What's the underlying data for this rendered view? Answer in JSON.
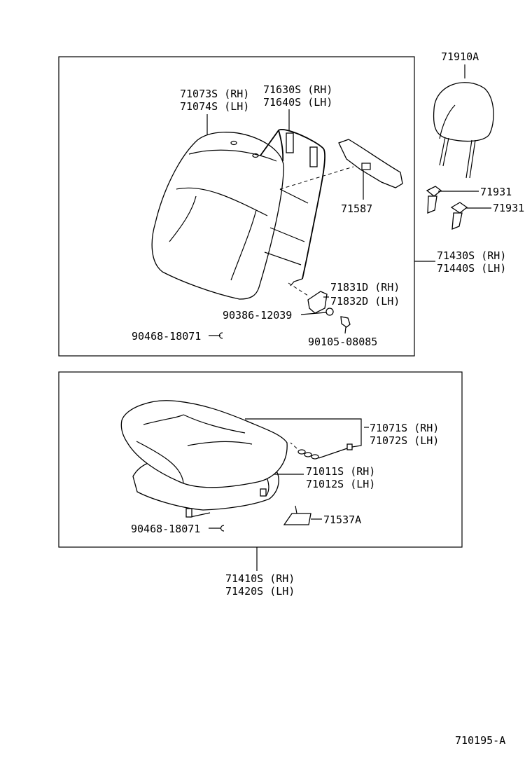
{
  "labels": {
    "headrest": "71910A",
    "back_cover_rh": "71073S (RH)",
    "back_cover_lh": "71074S (LH)",
    "back_frame_rh": "71630S (RH)",
    "back_frame_lh": "71640S (LH)",
    "back_board": "71587",
    "support_1": "71931",
    "support_2": "71931",
    "back_assy_rh": "71430S (RH)",
    "back_assy_lh": "71440S (LH)",
    "hinge_cover_rh": "71831D (RH)",
    "hinge_cover_lh": "71832D (LH)",
    "nut": "90386-12039",
    "bolt": "90105-08085",
    "hog_ring_back": "90468-18071",
    "cushion_cover_rh": "71071S (RH)",
    "cushion_cover_lh": "71072S (LH)",
    "cushion_pad_rh": "71011S (RH)",
    "cushion_pad_lh": "71012S (LH)",
    "bracket": "71537A",
    "hog_ring_cushion": "90468-18071",
    "cushion_assy_rh": "71410S (RH)",
    "cushion_assy_lh": "71420S (LH)",
    "diagram_id": "710195-A"
  }
}
